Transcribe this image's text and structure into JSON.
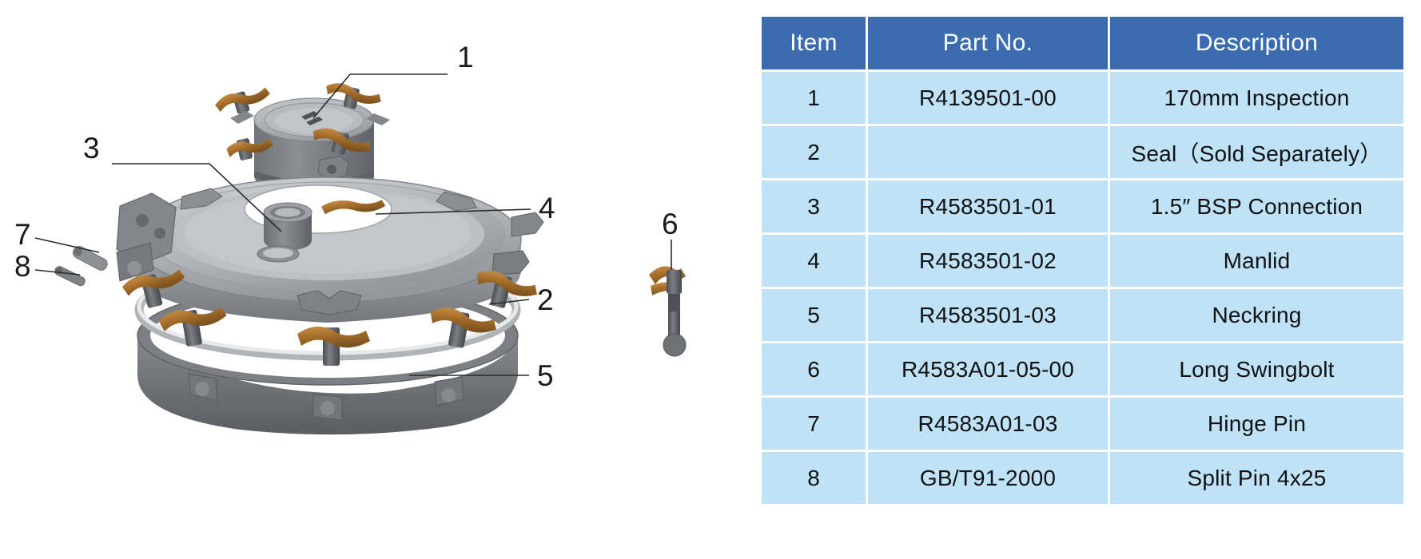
{
  "table": {
    "headers": [
      "Item",
      "Part No.",
      "Description"
    ],
    "rows": [
      {
        "item": "1",
        "part_no": "R4139501-00",
        "description": "170mm Inspection"
      },
      {
        "item": "2",
        "part_no": "",
        "description": "Seal（Sold Separately）"
      },
      {
        "item": "3",
        "part_no": "R4583501-01",
        "description": "1.5″ BSP Connection"
      },
      {
        "item": "4",
        "part_no": "R4583501-02",
        "description": "Manlid"
      },
      {
        "item": "5",
        "part_no": "R4583501-03",
        "description": "Neckring"
      },
      {
        "item": "6",
        "part_no": "R4583A01-05-00",
        "description": "Long Swingbolt"
      },
      {
        "item": "7",
        "part_no": "R4583A01-03",
        "description": "Hinge Pin"
      },
      {
        "item": "8",
        "part_no": "GB/T91-2000",
        "description": "Split Pin 4x25"
      }
    ]
  },
  "illustration": {
    "callouts": [
      {
        "id": "1",
        "label": "1"
      },
      {
        "id": "2",
        "label": "2"
      },
      {
        "id": "3",
        "label": "3"
      },
      {
        "id": "4",
        "label": "4"
      },
      {
        "id": "5",
        "label": "5"
      },
      {
        "id": "6",
        "label": "6"
      },
      {
        "id": "7",
        "label": "7"
      },
      {
        "id": "8",
        "label": "8"
      }
    ]
  },
  "colors": {
    "header_blue": "#3b6cb0",
    "cell_blue": "#bfe2f7",
    "metal_light": "#b9bcc0",
    "metal_mid": "#8f9296",
    "metal_dark": "#6b6e72",
    "metal_darker": "#55585c",
    "bronze": "#a9712c",
    "bronze_light": "#c79049",
    "background": "#ffffff"
  }
}
